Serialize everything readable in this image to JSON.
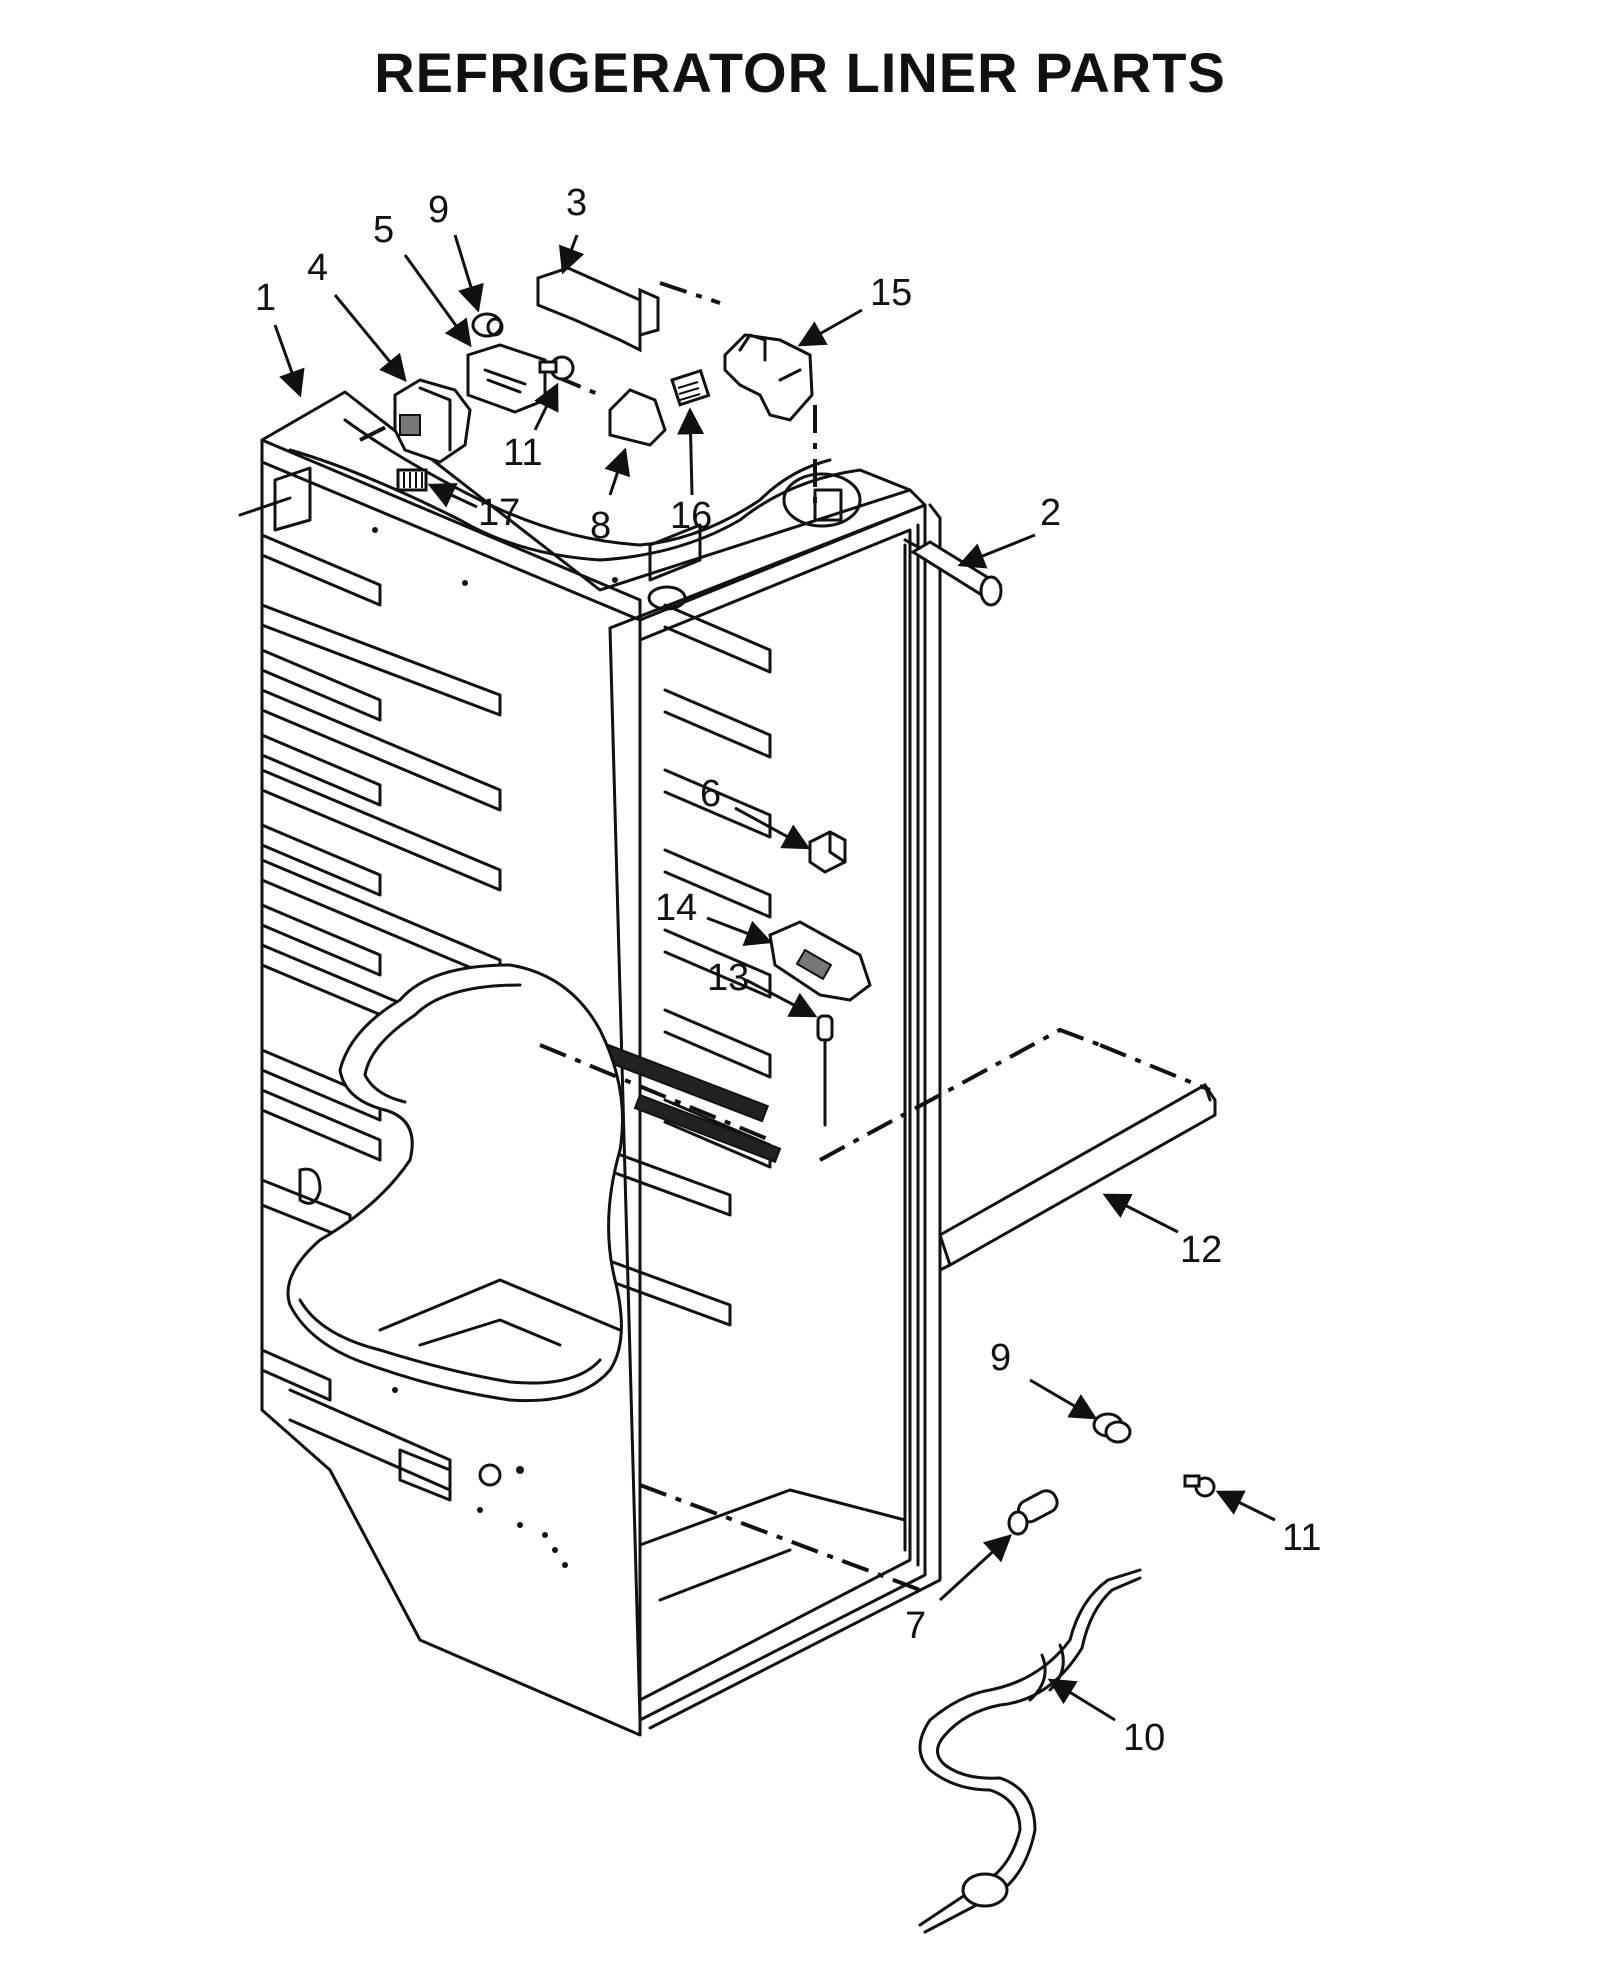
{
  "title": "REFRIGERATOR LINER PARTS",
  "callouts": [
    {
      "key": "1",
      "label": "1"
    },
    {
      "key": "2",
      "label": "2"
    },
    {
      "key": "3",
      "label": "3"
    },
    {
      "key": "4",
      "label": "4"
    },
    {
      "key": "5",
      "label": "5"
    },
    {
      "key": "6",
      "label": "6"
    },
    {
      "key": "7",
      "label": "7"
    },
    {
      "key": "8",
      "label": "8"
    },
    {
      "key": "9a",
      "label": "9"
    },
    {
      "key": "9b",
      "label": "9"
    },
    {
      "key": "10",
      "label": "10"
    },
    {
      "key": "11a",
      "label": "11"
    },
    {
      "key": "11b",
      "label": "11"
    },
    {
      "key": "12",
      "label": "12"
    },
    {
      "key": "13",
      "label": "13"
    },
    {
      "key": "14",
      "label": "14"
    },
    {
      "key": "15",
      "label": "15"
    },
    {
      "key": "16",
      "label": "16"
    },
    {
      "key": "17",
      "label": "17"
    }
  ]
}
